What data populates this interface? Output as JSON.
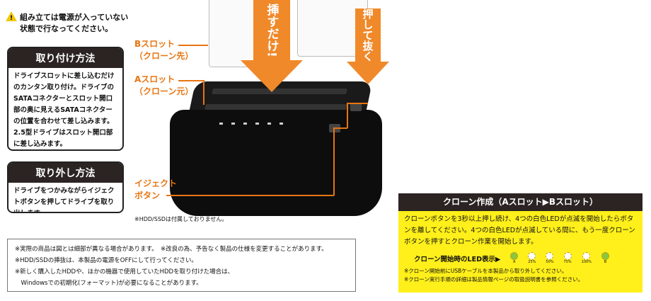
{
  "warning": {
    "icon": "warning-icon",
    "lines": [
      "組み立ては電源が入っていない",
      "状態で行なってください。"
    ]
  },
  "install": {
    "title": "取り付け方法",
    "text": "ドライブスロットに差し込むだけのカンタン取り付け。ドライブのSATAコネクターとスロット開口部の奥に見えるSATAコネクターの位置を合わせて差し込みます。2.5型ドライブはスロット開口部に差し込みます。"
  },
  "remove": {
    "title": "取り外し方法",
    "text": "ドライブをつかみながらイジェクトボタンを押してドライブを取り出します。"
  },
  "labels": {
    "slot_b": [
      "Bスロット",
      "（クローン先）"
    ],
    "slot_a": [
      "Aスロット",
      "（クローン元）"
    ],
    "eject": [
      "イジェクト",
      "ボタン"
    ]
  },
  "arrows": {
    "insert": "挿すだけ!",
    "pull": "押して抜く"
  },
  "hdd_note": "※HDD/SSDは付属しておりません。",
  "notices": [
    "※実際の商品は図とは細部が異なる場合があります。　※改良の為、予告なく製品の仕様を変更することがあります。",
    "※HDD/SSDの挿抜は、本製品の電源をOFFにして行ってください。",
    "※新しく購入したHDDや、ほかの機器で使用していたHDDを取り付けた場合は、",
    "　Windowsでの初期化(フォーマット)が必要になることがあります。"
  ],
  "clone": {
    "title": "クローン作成（Aスロット▶Bスロット）",
    "text": "クローンボタンを3秒以上押し続け、4つの白色LEDが点滅を開始したらボタンを離してください。4つの白色LEDが点滅している間に、もう一度クローンボタンを押すとクローン作業を開始します。",
    "led_label": "クローン開始時のLED表示▶",
    "leds": [
      {
        "label": "A",
        "color": "#8cc63f"
      },
      {
        "label": "25%",
        "color": "#ffffff"
      },
      {
        "label": "50%",
        "color": "#ffffff"
      },
      {
        "label": "75%",
        "color": "#ffffff"
      },
      {
        "label": "100%",
        "color": "#ffffff"
      },
      {
        "label": "B",
        "color": "#8cc63f"
      }
    ],
    "notes": [
      "※クローン開始前にUSBケーブルを本製品から取り外してください。",
      "※クローン実行手順の詳細は製品情報ページの取扱説明書を参照ください。"
    ]
  },
  "colors": {
    "accent": "#e87511",
    "yellow": "#ffef1a",
    "dark": "#2b2422"
  }
}
